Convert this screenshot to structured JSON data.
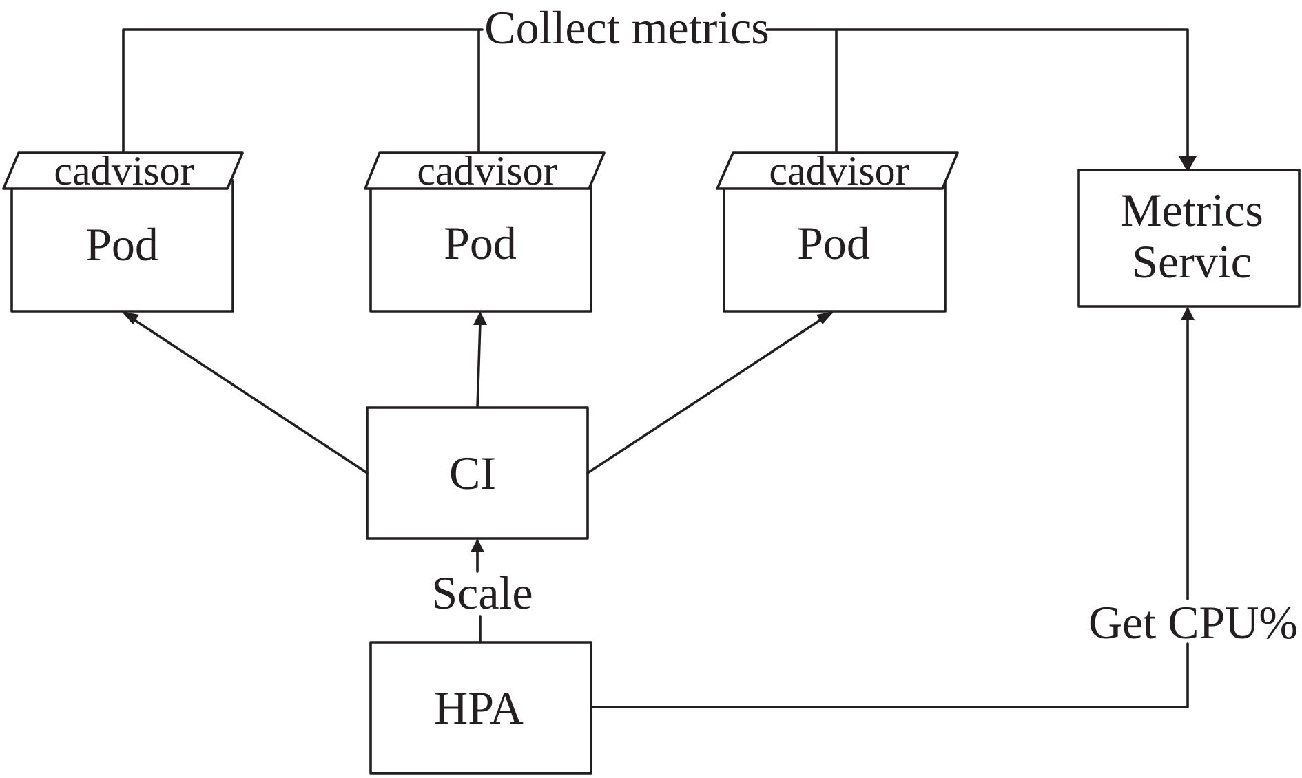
{
  "labels": {
    "collect_metrics": "Collect metrics",
    "cadvisor": "cadvisor",
    "pod": "Pod",
    "metrics_service_line1": "Metrics",
    "metrics_service_line2": "Servic",
    "ci": "CI",
    "scale": "Scale",
    "hpa": "HPA",
    "get_cpu": "Get CPU%"
  },
  "colors": {
    "stroke": "#231f20",
    "background": "#ffffff"
  }
}
